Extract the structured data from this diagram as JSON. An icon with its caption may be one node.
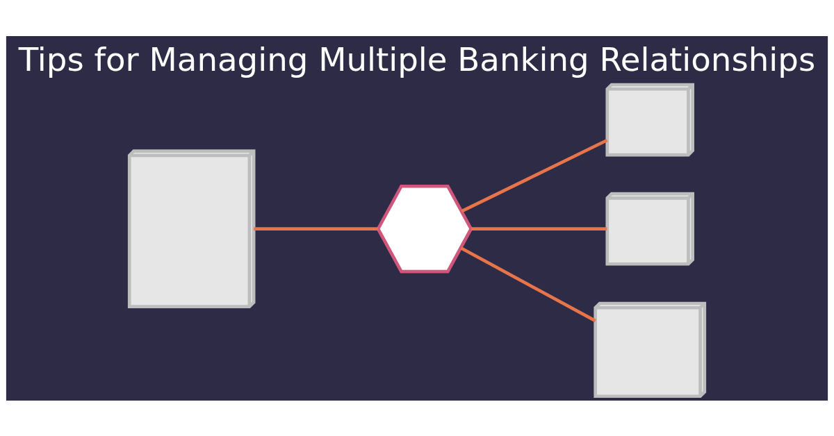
{
  "diagram": {
    "title": "Tips for Managing Multiple Banking Relationships",
    "nodes": [
      {
        "text": [],
        "shape": "picture"
      },
      {
        "text": [],
        "shape": "hexagon"
      },
      {
        "text": [],
        "shape": "picture"
      },
      {
        "text": [],
        "shape": "picture"
      },
      {
        "text": [],
        "shape": "picture"
      }
    ],
    "edges": [
      {
        "from": 0,
        "to": 1,
        "arrow": "none"
      },
      {
        "from": 1,
        "to": 2,
        "arrow": "none"
      },
      {
        "from": 1,
        "to": 3,
        "arrow": "none"
      },
      {
        "from": 1,
        "to": 4,
        "arrow": "none"
      }
    ]
  }
}
